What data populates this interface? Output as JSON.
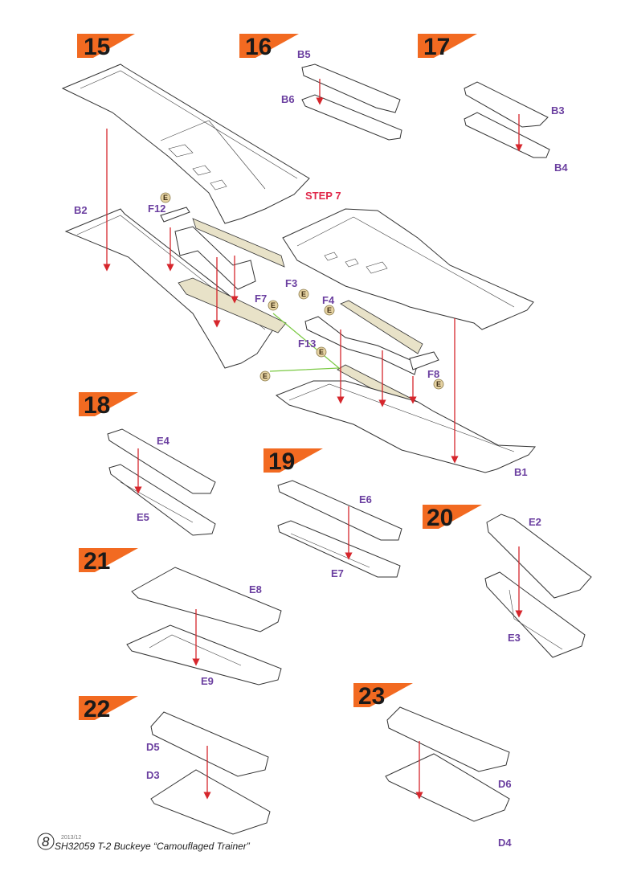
{
  "steps": [
    {
      "number": "15"
    },
    {
      "number": "16"
    },
    {
      "number": "17"
    },
    {
      "number": "18"
    },
    {
      "number": "19"
    },
    {
      "number": "20"
    },
    {
      "number": "21"
    },
    {
      "number": "22"
    },
    {
      "number": "23"
    }
  ],
  "step7_label": "STEP 7",
  "parts": {
    "B1": "B1",
    "B2": "B2",
    "B3": "B3",
    "B4": "B4",
    "B5": "B5",
    "B6": "B6",
    "F3": "F3",
    "F4": "F4",
    "F7": "F7",
    "F8": "F8",
    "F12": "F12",
    "F13": "F13",
    "E2": "E2",
    "E3": "E3",
    "E4": "E4",
    "E5": "E5",
    "E6": "E6",
    "E7": "E7",
    "E8": "E8",
    "E9": "E9",
    "D3": "D3",
    "D4": "D4",
    "D5": "D5",
    "D6": "D6"
  },
  "etch_badge": "E",
  "colors": {
    "step_banner": "#f26a21",
    "arrow": "#d6262c",
    "part_label": "#6b3fa0",
    "guide": "#7ac943"
  },
  "footer": {
    "page_number": "8",
    "date": "2013/12",
    "title": "SH32059 T-2 Buckeye “Camouflaged Trainer”"
  }
}
